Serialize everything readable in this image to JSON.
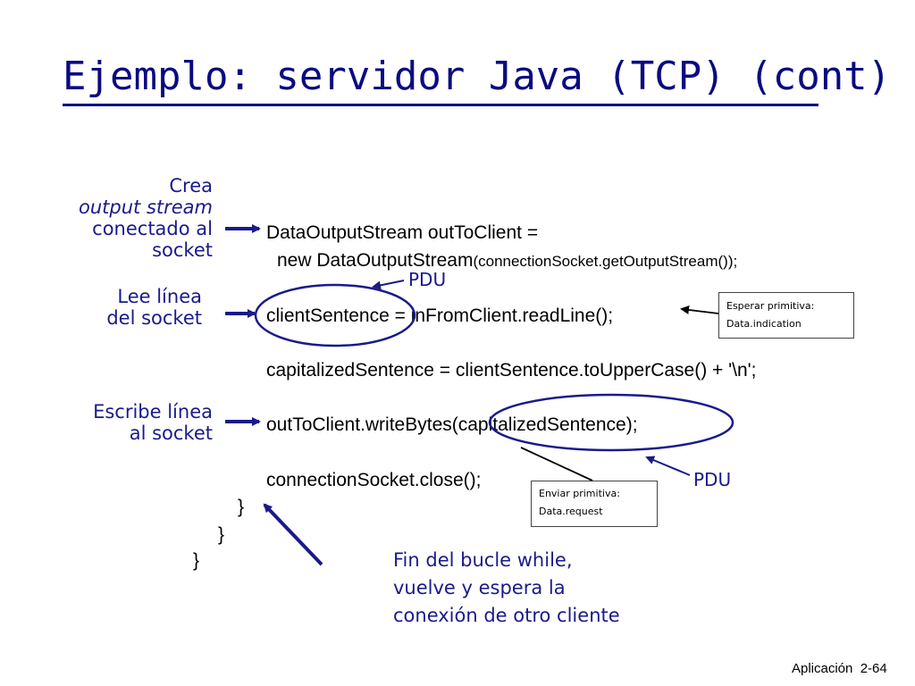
{
  "slide": {
    "title": "Ejemplo: servidor Java (TCP) (cont)",
    "notes": {
      "crea_1": "Crea",
      "crea_2": "output stream",
      "crea_3": "conectado al",
      "crea_4": "socket",
      "lee_1": "Lee línea",
      "lee_2": "del socket",
      "escribe_1": "Escribe línea",
      "escribe_2": "al socket",
      "fin_1": "Fin del bucle while,",
      "fin_2": "vuelve y espera la",
      "fin_3": "conexión de otro cliente"
    },
    "code": {
      "line1": "DataOutputStream  outToClient =",
      "line2a": "new DataOutputStream",
      "line2b": "(connectionSocket.getOutputStream());",
      "line3": "clientSentence = inFromClient.readLine();",
      "line4": "capitalizedSentence = clientSentence.toUpperCase() + '\\n';",
      "line5": "outToClient.writeBytes(capitalizedSentence);",
      "line6": "connectionSocket.close();",
      "brace1": "}",
      "brace2": "}",
      "brace3": "}"
    },
    "pdu_top": "PDU",
    "pdu_bottom": "PDU",
    "box_esperar": {
      "line1": "Esperar primitiva:",
      "line2": "Data.indication"
    },
    "box_enviar": {
      "line1": "Enviar primitiva:",
      "line2": "Data.request"
    },
    "footer": {
      "label": "Aplicación",
      "page": "2-64"
    },
    "colors": {
      "title": "#0a0a80",
      "annotation": "#1a1a8c",
      "arrow": "#1a1a8c"
    }
  }
}
